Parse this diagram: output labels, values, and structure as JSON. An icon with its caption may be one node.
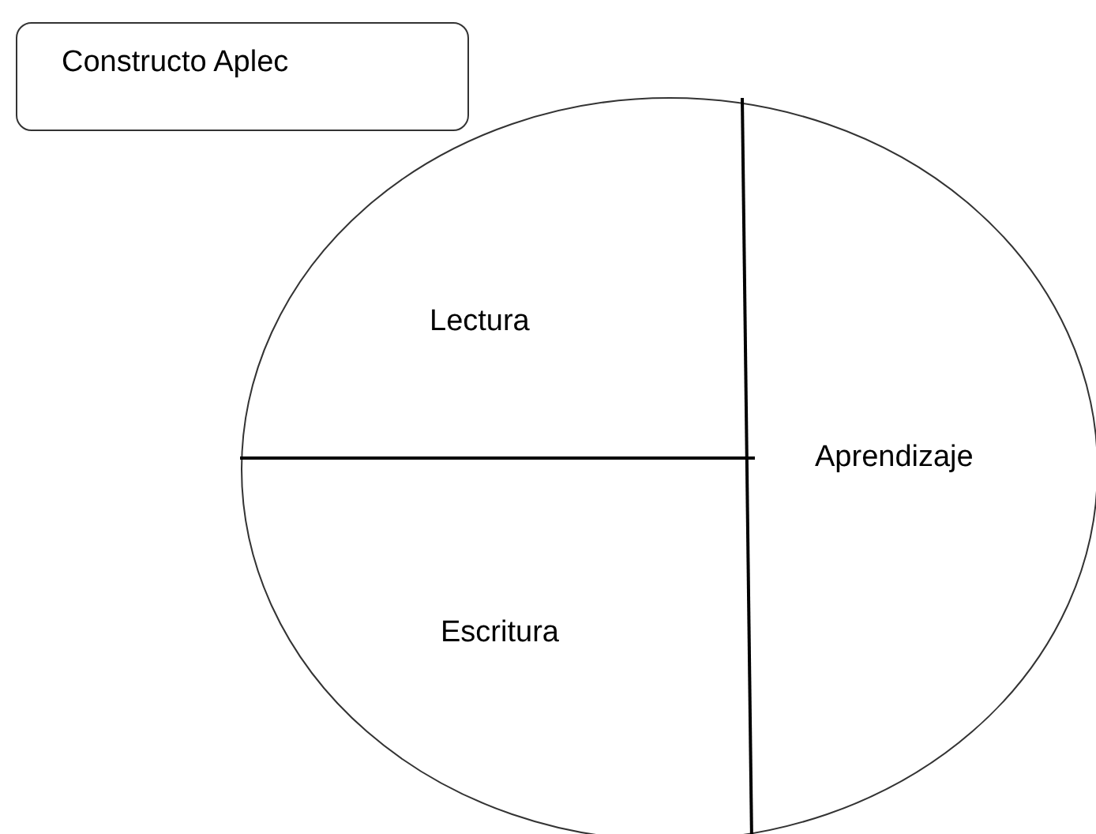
{
  "diagram": {
    "nodes": [
      {
        "text": [
          "Constructo Aplec"
        ]
      },
      {
        "text": [],
        "shape": "ellipse"
      },
      {
        "text": [
          "Lectura"
        ],
        "in": 1
      },
      {
        "text": [
          "Escritura"
        ],
        "in": 1
      },
      {
        "text": [
          "Aprendizaje"
        ],
        "in": 1
      }
    ]
  }
}
